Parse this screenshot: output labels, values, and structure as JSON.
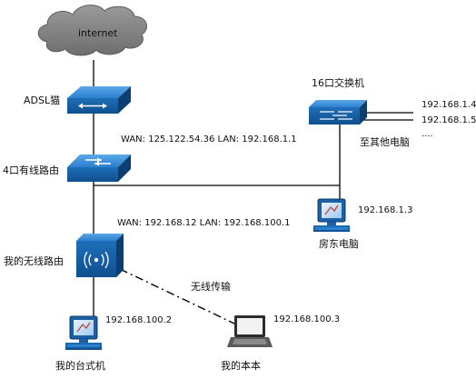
{
  "cloud": {
    "label": "internet"
  },
  "modem": {
    "label": "ADSL猫"
  },
  "wired_router": {
    "label": "4口有线路由",
    "wan_lan": "WAN: 125.122.54.36  LAN: 192.168.1.1"
  },
  "wireless_router": {
    "label": "我的无线路由",
    "wan_lan": "WAN: 192.168.12  LAN: 192.168.100.1"
  },
  "switch": {
    "label": "16口交换机",
    "ips": [
      "192.168.1.4",
      "192.168.1.5",
      "...."
    ],
    "other": "至其他电脑"
  },
  "landlord_pc": {
    "ip": "192.168.1.3",
    "label": "房东电脑"
  },
  "my_desktop": {
    "ip": "192.168.100.2",
    "label": "我的台式机"
  },
  "my_laptop": {
    "ip": "192.168.100.3",
    "label": "我的本本"
  },
  "wireless_link": {
    "label": "无线传输"
  },
  "colors": {
    "device_blue": "#1f78c8",
    "device_dark": "#0d4f8e",
    "cloud_gray": "#7d7d7d",
    "line": "#000000"
  }
}
